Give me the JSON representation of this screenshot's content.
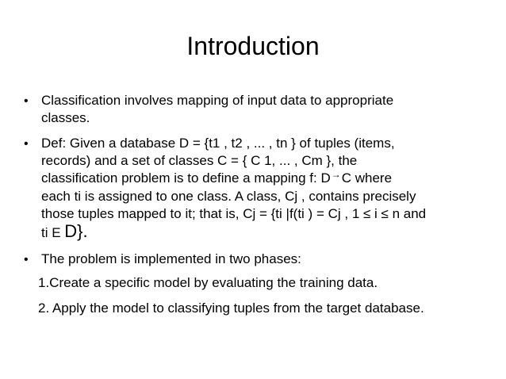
{
  "slide": {
    "title": "Introduction",
    "bullets": [
      {
        "symbol": "•",
        "lines": [
          "Classification involves mapping of input data to appropriate",
          "classes."
        ]
      },
      {
        "symbol": "•",
        "lines": [
          "Def: Given a database D = {t1 , t2 , ... , tn } of tuples (items,",
          "records) and a set of classes C = { C 1, ... , Cm }, the",
          "classification problem is to define a mapping f: D",
          "C where",
          "each ti is assigned to one class. A class, Cj , contains precisely",
          "those tuples mapped to it; that is, Cj = {ti |f(ti ) = Cj , 1 ≤ i ≤ n and",
          "ti E ",
          "D}."
        ],
        "arrow": "→"
      },
      {
        "symbol": "•",
        "lines": [
          "The problem is implemented in two phases:"
        ]
      }
    ],
    "steps": [
      "1.Create a specific model by evaluating the training data.",
      "2. Apply the model to classifying tuples from the target database."
    ]
  }
}
